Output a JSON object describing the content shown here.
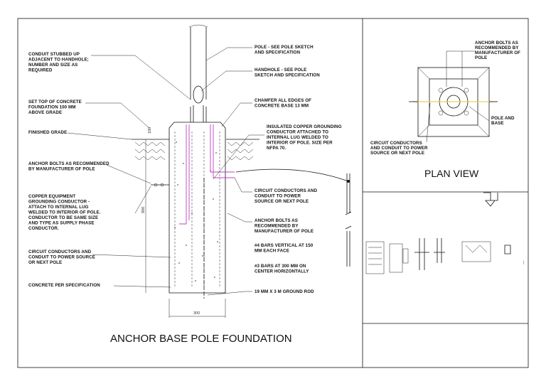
{
  "title_main": "ANCHOR BASE POLE FOUNDATION",
  "title_plan": "PLAN VIEW",
  "labels_left": [
    [
      "CONDUIT STUBBED UP",
      "ADJACENT TO HANDHOLE;",
      "NUMBER AND SIZE AS",
      "REQUIRED"
    ],
    [
      "SET TOP OF CONCRETE",
      "FOUNDATION 100 MM",
      "ABOVE GRADE"
    ],
    [
      "FINISHED GRADE"
    ],
    [
      "ANCHOR BOLTS AS RECOMMENDED",
      "BY MANUFACTURER OF POLE"
    ],
    [
      "COPPER EQUIPMENT",
      "GROUNDING CONDUCTOR -",
      "ATTACH TO INTERNAL LUG",
      "WELDED TO INTERIOR OF POLE.",
      "CONDUCTOR TO BE SAME SIZE",
      "AND TYPE AS SUPPLY PHASE",
      "CONDUCTOR."
    ],
    [
      "CIRCUIT CONDUCTORS AND",
      "CONDUIT TO POWER SOURCE",
      "OR NEXT POLE"
    ],
    [
      "CONCRETE PER SPECIFICATION"
    ]
  ],
  "labels_right": [
    [
      "POLE - SEE POLE SKETCH",
      "AND SPECIFICATION"
    ],
    [
      "HANDHOLE - SEE POLE",
      "SKETCH AND SPECIFICATION"
    ],
    [
      "CHAMFER ALL EDGES OF",
      "CONCRETE BASE 13 MM"
    ],
    [
      "INSULATED COPPER GROUNDING",
      "CONDUCTOR ATTACHED TO",
      "INTERNAL LUG WELDED TO",
      "INTERIOR OF POLE. SIZE PER",
      "NFPA 70."
    ],
    [
      "CIRCUIT CONDUCTORS AND",
      "CONDUIT TO POWER",
      "SOURCE OR NEXT POLE"
    ],
    [
      "ANCHOR BOLTS AS",
      "RECOMMENDED BY",
      "MANUFACTURER OF POLE"
    ],
    [
      "#4 BARS VERTICAL AT 150",
      "MM EACH FACE"
    ],
    [
      "#3 BARS AT 300 MM ON",
      "CENTER HORIZONTALLY"
    ],
    [
      "19 MM X 3 M GROUND ROD"
    ]
  ],
  "labels_plan": [
    [
      "ANCHOR BOLTS AS",
      "RECOMMENDED BY",
      "MANUFACTURER OF",
      "POLE"
    ],
    [
      "POLE AND",
      "BASE"
    ],
    [
      "CIRCUIT CONDUCTORS",
      "AND CONDUIT TO POWER",
      "SOURCE OR NEXT POLE"
    ]
  ],
  "dims": {
    "width": "300",
    "depth": "900",
    "top": "100"
  }
}
